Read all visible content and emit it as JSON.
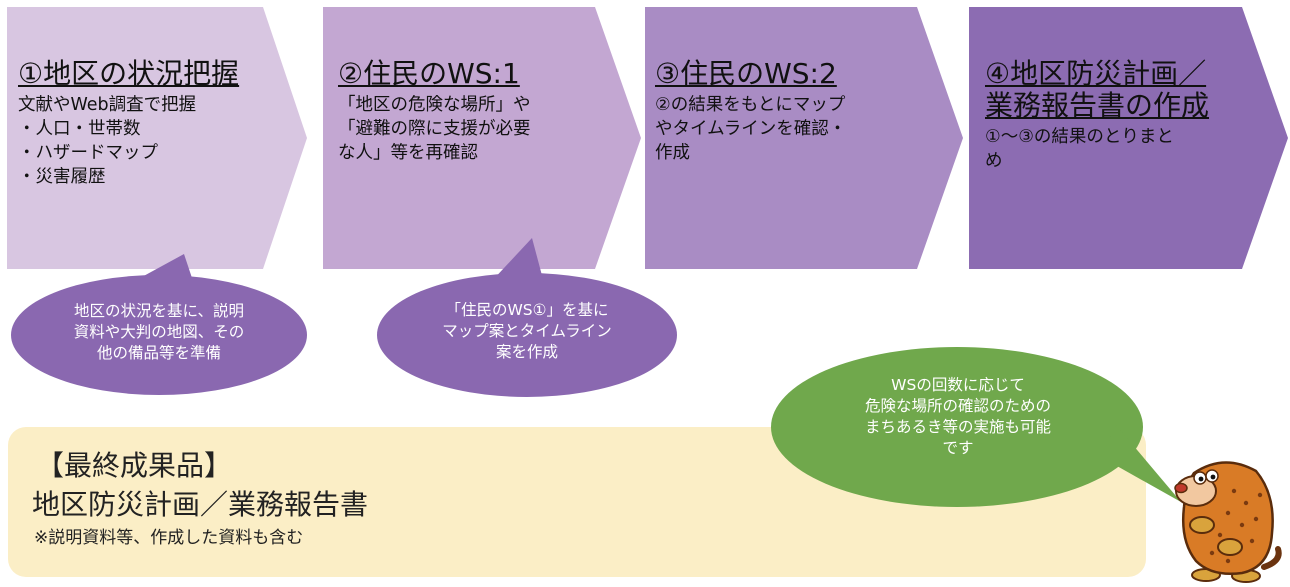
{
  "steps": [
    {
      "title": "①地区の状況把握",
      "lines": [
        "文献やWeb調査で把握",
        "・人口・世帯数",
        "・ハザードマップ",
        "・災害履歴"
      ],
      "color": "#d8c6e1"
    },
    {
      "title": "②住民のWS:1",
      "lines": [
        "「地区の危険な場所」や",
        "「避難の際に支援が必要",
        "な人」等を再確認"
      ],
      "color": "#c3a7d2"
    },
    {
      "title": "③住民のWS:2",
      "lines": [
        "②の結果をもとにマップ",
        "やタイムラインを確認・",
        "作成"
      ],
      "color": "#a98cc4"
    },
    {
      "title_line1": "④地区防災計画／",
      "title_line2": "業務報告書の作成",
      "lines": [
        "①～③の結果のとりまと",
        "め"
      ],
      "color": "#8c6cb2"
    }
  ],
  "bubbles": [
    {
      "lines": [
        "地区の状況を基に、説明",
        "資料や大判の地図、その",
        "他の備品等を準備"
      ],
      "color": "#8a68b0"
    },
    {
      "lines": [
        "「住民のWS①」を基に",
        "マップ案とタイムライン",
        "案を作成"
      ],
      "color": "#8a68b0"
    },
    {
      "lines": [
        "WSの回数に応じて",
        "危険な場所の確認のための",
        "まちあるき等の実施も可能",
        "です"
      ],
      "color": "#70a84c"
    }
  ],
  "final": {
    "heading": "【最終成果品】",
    "title": "地区防災計画／業務報告書",
    "note": "※説明資料等、作成した資料も含む",
    "color": "#fbeec6"
  },
  "mascot": {
    "icon": "mole-mascot-icon"
  }
}
